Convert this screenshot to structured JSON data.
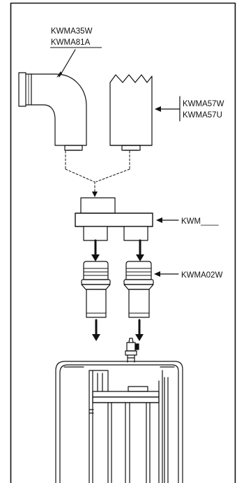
{
  "labels": {
    "elbow_model_1": "KWMA35W",
    "elbow_model_2": "KWMA81A",
    "pipe_model_1": "KWMA57W",
    "pipe_model_2": "KWMA57U",
    "adapter_model": "KWM____",
    "connector_model": "KWMA02W"
  },
  "colors": {
    "stroke": "#111111",
    "background": "#ffffff"
  }
}
